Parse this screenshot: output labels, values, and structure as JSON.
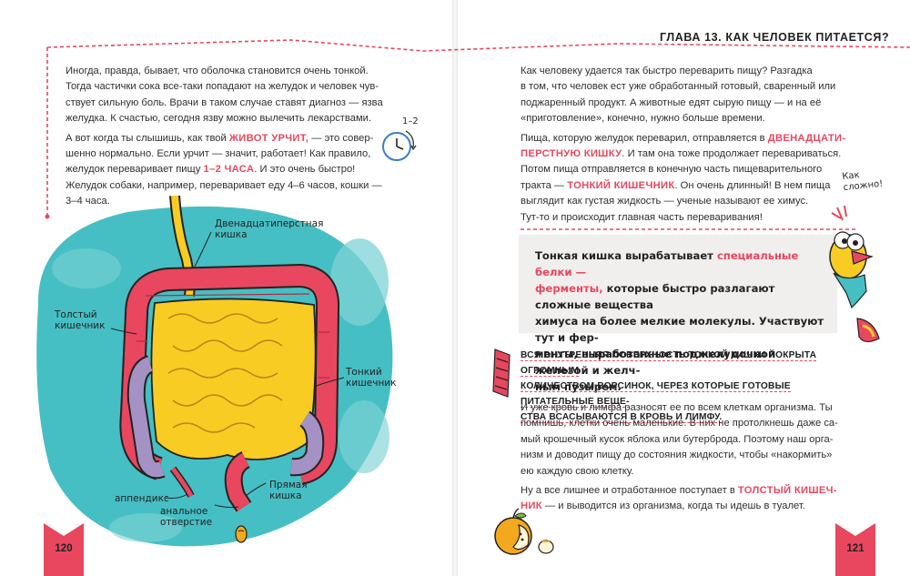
{
  "chapter": "ГЛАВА 13. КАК ЧЕЛОВЕК ПИТАЕТСЯ?",
  "left_text": {
    "p1": [
      "Иногда, правда, бывает, что оболочка становится очень тонкой.",
      "Тогда частички сока все-таки попадают на желудок и человек чув-",
      "ствует сильную боль. Врачи в таком случае ставят диагноз — язва",
      "желудка. К счастью, сегодня язву можно вылечить лекарствами."
    ],
    "p2_l1_a": "А вот когда ты слышишь, как твой ",
    "p2_l1_hl": "ЖИВОТ УРЧИТ,",
    "p2_l1_b": " — это совер-",
    "p2_l2": "шенно нормально. Если урчит — значит, работает! Как правило,",
    "p2_l3_a": "желудок переваривает пищу ",
    "p2_l3_hl": "1–2 ЧАСА",
    "p2_l3_b": ". И это очень быстро!",
    "p2_l4": "Желудок собаки, например, переваривает еду 4–6 часов, кошки —",
    "p2_l5": "3–4 часа."
  },
  "clock_label": "1–2",
  "illustration_labels": {
    "duodenum": "Двенадцатиперстная кишка",
    "colon": "Толстый кишечник",
    "small_intestine": "Тонкий кишечник",
    "appendix": "аппендикс",
    "rectum": "Прямая кишка",
    "anus": "анальное отверстие"
  },
  "right_text": {
    "p1": [
      "Как человеку удается так быстро переварить пищу? Разгадка",
      "в том, что человек ест уже обработанный готовый, сваренный или",
      "поджаренный продукт. А животные едят сырую пищу — и на её",
      "«приготовление», конечно, нужно больше времени."
    ],
    "p2_l1_a": "Пища, которую желудок переварил, отправляется в ",
    "p2_l1_hl": "ДВЕНАДЦАТИ-",
    "p2_l2_hl": "ПЕРСТНУЮ КИШКУ",
    "p2_l2_b": ". И там она тоже продолжает перевариваться.",
    "p2_l3": "Потом пища отправляется в конечную часть пищеварительного",
    "p2_l4_a": "тракта — ",
    "p2_l4_hl": "ТОНКИЙ КИШЕЧНИК",
    "p2_l4_b": ". Он очень длинный! В нем пища",
    "p2_l5": "выглядит как густая жидкость — ученые называют ее химус.",
    "p2_l6": "Тут-то и происходит главная часть переваривания!"
  },
  "bird_speech": "Как сложно!",
  "callout": {
    "l1_a": "Тонкая кишка вырабатывает ",
    "l1_hl": "специальные белки —",
    "l2_hl": "ферменты,",
    "l2_b": " которые быстро разлагают сложные вещества",
    "l3": "химуса на более мелкие молекулы. Участвуют тут и фер-",
    "l4": "менты, выработанные поджелудочной железой и желч-",
    "l5": "ным пузырем."
  },
  "facts": [
    "ВСЯ ВНУТРЕННЯЯ ПОВЕРХНОСТЬ ТОНКОЙ КИШКИ ПОКРЫТА ОГРОМНЫМ",
    "КОЛИЧЕСТВОМ ВОРСИНОК, ЧЕРЕЗ КОТОРЫЕ ГОТОВЫЕ ПИТАТЕЛЬНЫЕ ВЕЩЕ-",
    "СТВА ВСАСЫВАЮТСЯ В КРОВЬ И ЛИМФУ."
  ],
  "right_text2": {
    "p3": [
      "И уже кровь и лимфа разносят ее по всем клеткам организма. Ты",
      "помнишь, клетки очень маленькие. В них не протолкнешь даже са-",
      "мый крошечный кусок яблока или бутерброда. Поэтому наш орга-",
      "низм и доводит пищу до состояния жидкости, чтобы «накормить»",
      "ею каждую свою клетку."
    ],
    "p4_l1_a": "Ну а все лишнее и отработанное поступает в ",
    "p4_l1_hl": "ТОЛСТЫЙ КИШЕЧ-",
    "p4_l2_hl": "НИК",
    "p4_l2_b": " — и выводится из организма, когда ты идешь в туалет."
  },
  "page_numbers": {
    "left": "120",
    "right": "121"
  },
  "colors": {
    "accent": "#e8475f",
    "teal": "#46bfc4",
    "yellow": "#f8cc22",
    "pink": "#e8475f",
    "purple": "#a592c4"
  }
}
